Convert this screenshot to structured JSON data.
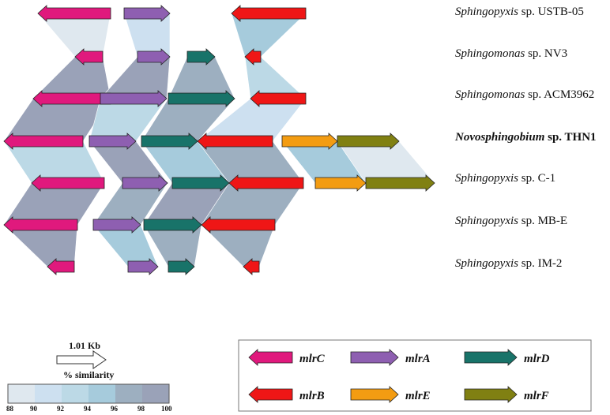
{
  "species": [
    {
      "genus": "Sphingopyxis",
      "rest": " sp. USTB-05",
      "bold": false
    },
    {
      "genus": "Sphingomonas",
      "rest": " sp. NV3",
      "bold": false
    },
    {
      "genus": "Sphingomonas",
      "rest": " sp. ACM3962",
      "bold": false
    },
    {
      "genus": "Novosphingobium",
      "rest": " sp. THN1",
      "bold": true
    },
    {
      "genus": "Sphingopyxis",
      "rest": " sp. C-1",
      "bold": false
    },
    {
      "genus": "Sphingopyxis",
      "rest": " sp. MB-E",
      "bold": false
    },
    {
      "genus": "Sphingopyxis",
      "rest": " sp. IM-2",
      "bold": false
    }
  ],
  "genes": {
    "mlrC": {
      "label": "mlrC",
      "color": "#e0197d"
    },
    "mlrA": {
      "label": "mlrA",
      "color": "#8e5fb1"
    },
    "mlrD": {
      "label": "mlrD",
      "color": "#187369"
    },
    "mlrB": {
      "label": "mlrB",
      "color": "#ef1616"
    },
    "mlrE": {
      "label": "mlrE",
      "color": "#f39c12"
    },
    "mlrF": {
      "label": "mlrF",
      "color": "#808012"
    }
  },
  "scale": {
    "label": "1.01 Kb"
  },
  "similarity": {
    "title": "% similarity",
    "ticks": [
      "88",
      "90",
      "92",
      "94",
      "96",
      "98",
      "100"
    ],
    "colors": [
      "#dfe8ef",
      "#cde0f0",
      "#bcd9e6",
      "#a6cbdc",
      "#9dafc0",
      "#9aa2b8"
    ]
  }
}
